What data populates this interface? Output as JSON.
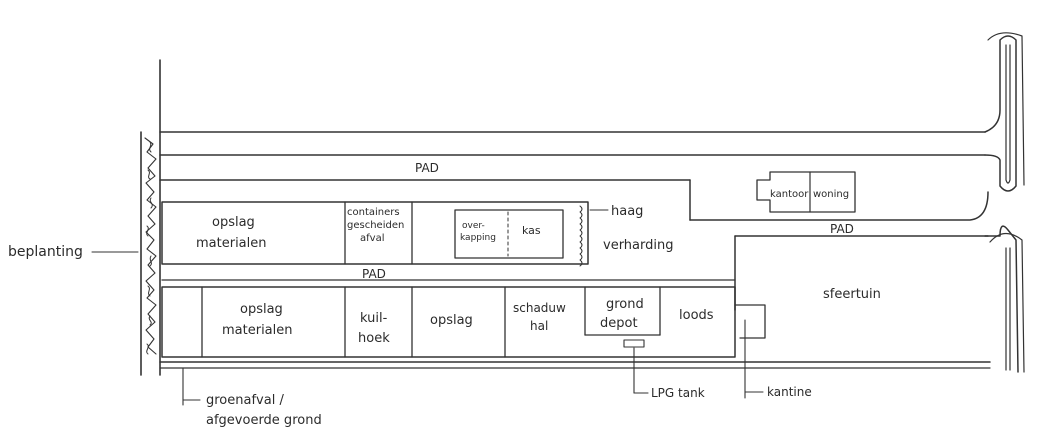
{
  "labels": {
    "beplanting": "beplanting",
    "pad_top": "PAD",
    "pad_middle": "PAD",
    "pad_right": "PAD",
    "opslag_materialen_1a": "opslag",
    "opslag_materialen_1b": "materialen",
    "containers_a": "containers",
    "containers_b": "gescheiden",
    "containers_c": "afval",
    "overkapping_a": "over-",
    "overkapping_b": "kapping",
    "kas": "kas",
    "haag": "haag",
    "verharding": "verharding",
    "kantoor": "kantoor",
    "woning": "woning",
    "opslag_materialen_2a": "opslag",
    "opslag_materialen_2b": "materialen",
    "kuilhoek_a": "kuil-",
    "kuilhoek_b": "hoek",
    "opslag": "opslag",
    "schaduwhal_a": "schaduw",
    "schaduwhal_b": "hal",
    "gronddepot_a": "grond",
    "gronddepot_b": "depot",
    "loods": "loods",
    "siertuin": "sfeertuin",
    "groenafval_a": "groenafval /",
    "groenafval_b": "afgevoerde grond",
    "lpg_tank": "LPG tank",
    "kantine": "kantine"
  }
}
